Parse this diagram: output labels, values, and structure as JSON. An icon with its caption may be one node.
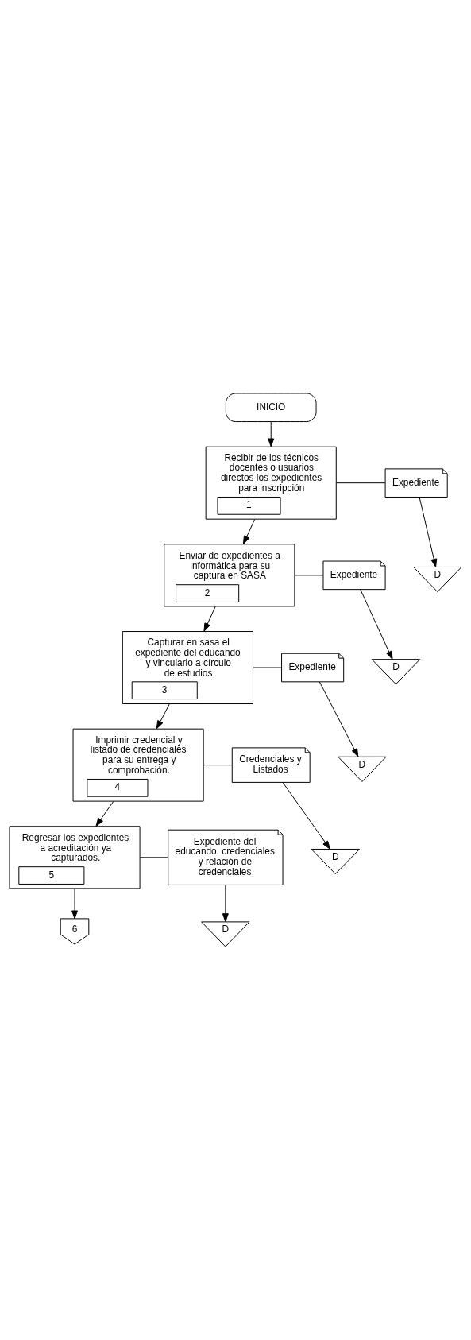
{
  "diagram": {
    "nodes": [
      {
        "text": [
          "INICIO"
        ]
      },
      {
        "text": [
          "Recibir de los técnicos docentes o usuarios directos los expedientes para inscripción",
          "1"
        ]
      },
      {
        "text": [
          "Expediente"
        ]
      },
      {
        "text": [
          "D"
        ]
      },
      {
        "text": [
          "Enviar de expedientes a informática para su captura en SASA",
          "2"
        ]
      },
      {
        "text": [
          "Expediente"
        ]
      },
      {
        "text": [
          "D"
        ]
      },
      {
        "text": [
          "Capturar en sasa el expediente del educando y vincularlo a círculo de estudios",
          "3"
        ]
      },
      {
        "text": [
          "Expediente"
        ]
      },
      {
        "text": [
          "D"
        ]
      },
      {
        "text": [
          "Imprimir credencial y listado de credenciales para su entrega y comprobación.",
          "4"
        ]
      },
      {
        "text": [
          "Credenciales y Listados"
        ]
      },
      {
        "text": [
          "D"
        ]
      },
      {
        "text": [
          "Regresar los expedientes a acreditación ya capturados.",
          "5"
        ]
      },
      {
        "text": [
          "Expediente del educando, credenciales y relación de credenciales"
        ]
      },
      {
        "text": [
          "D"
        ]
      },
      {
        "text": [
          "6"
        ]
      }
    ],
    "edges": [
      {
        "from": 0,
        "to": 1,
        "arrow": "to"
      },
      {
        "from": 1,
        "to": 2,
        "arrow": "none"
      },
      {
        "from": 2,
        "to": 3,
        "arrow": "to"
      },
      {
        "from": 1,
        "to": 4,
        "arrow": "to"
      },
      {
        "from": 4,
        "to": 5,
        "arrow": "none"
      },
      {
        "from": 5,
        "to": 6,
        "arrow": "to"
      },
      {
        "from": 4,
        "to": 7,
        "arrow": "to"
      },
      {
        "from": 7,
        "to": 8,
        "arrow": "none"
      },
      {
        "from": 8,
        "to": 9,
        "arrow": "to"
      },
      {
        "from": 7,
        "to": 10,
        "arrow": "to"
      },
      {
        "from": 10,
        "to": 11,
        "arrow": "none"
      },
      {
        "from": 11,
        "to": 12,
        "arrow": "to"
      },
      {
        "from": 10,
        "to": 13,
        "arrow": "to"
      },
      {
        "from": 13,
        "to": 14,
        "arrow": "none"
      },
      {
        "from": 14,
        "to": 15,
        "arrow": "to"
      },
      {
        "from": 13,
        "to": 16,
        "arrow": "to"
      }
    ]
  }
}
